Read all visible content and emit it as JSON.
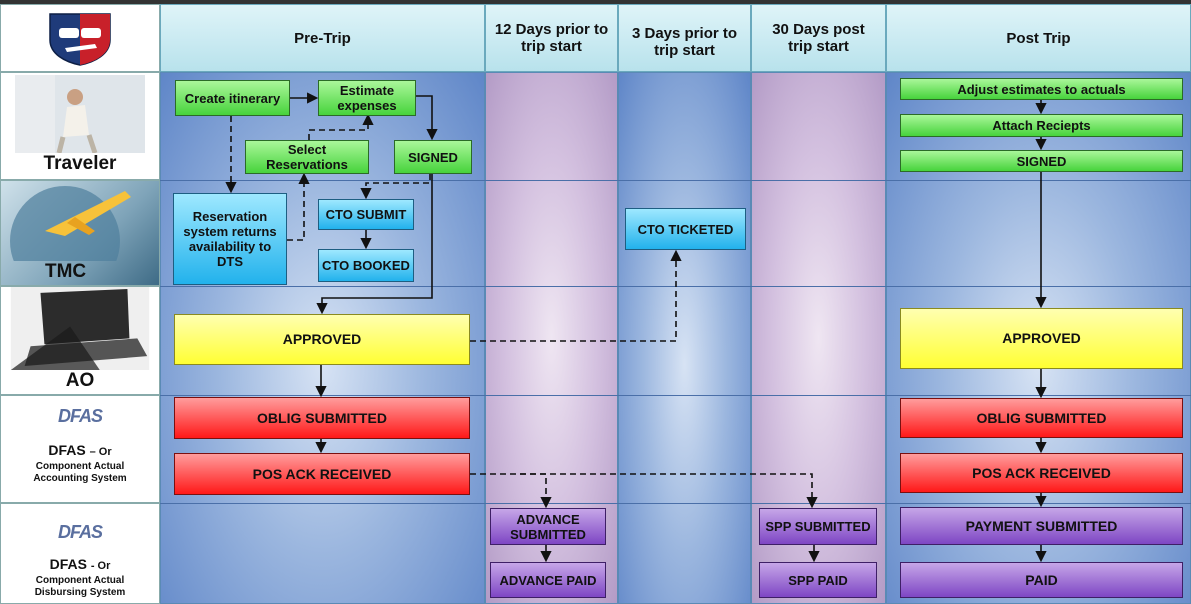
{
  "columns": {
    "pre_trip": "Pre-Trip",
    "days12": "12 Days prior to trip start",
    "days3": "3 Days prior to trip start",
    "days30": "30 Days post trip start",
    "post_trip": "Post Trip"
  },
  "rows": {
    "traveler": "Traveler",
    "tmc": "TMC",
    "ao": "AO",
    "dfas1_title": "DFAS",
    "dfas1_dash": "– Or",
    "dfas1_sub": "Component Actual Accounting System",
    "dfas2_title": "DFAS",
    "dfas2_dash": "- Or",
    "dfas2_sub": "Component Actual Disbursing System",
    "dfas_logo_text": "DFAS"
  },
  "boxes": {
    "create_itinerary": "Create itinerary",
    "estimate_expenses": "Estimate expenses",
    "select_reservations": "Select Reservations",
    "signed_pre": "SIGNED",
    "reservation_system": "Reservation system returns availability to DTS",
    "cto_submit": "CTO SUBMIT",
    "cto_booked": "CTO BOOKED",
    "cto_ticketed": "CTO TICKETED",
    "approved_pre": "APPROVED",
    "oblig_pre": "OBLIG SUBMITTED",
    "pos_pre": "POS ACK RECEIVED",
    "advance_submitted": "ADVANCE SUBMITTED",
    "advance_paid": "ADVANCE PAID",
    "spp_submitted": "SPP SUBMITTED",
    "spp_paid": "SPP PAID",
    "adjust_estimates": "Adjust estimates to actuals",
    "attach_receipts": "Attach Reciepts",
    "signed_post": "SIGNED",
    "approved_post": "APPROVED",
    "oblig_post": "OBLIG SUBMITTED",
    "pos_post": "POS ACK RECEIVED",
    "payment_submitted": "PAYMENT SUBMITTED",
    "paid": "PAID"
  },
  "icons": {
    "logo": "car-plane-shield-icon",
    "traveler": "traveler-photo",
    "tmc": "airplane-globe-photo",
    "ao": "laptop-photo",
    "dfas": "dfas-logo-icon"
  },
  "colors": {
    "action": "#47d33c",
    "tmc": "#22b2ec",
    "approval": "#ffff33",
    "accounting": "#ff1818",
    "disbursing": "#7e46c4"
  }
}
